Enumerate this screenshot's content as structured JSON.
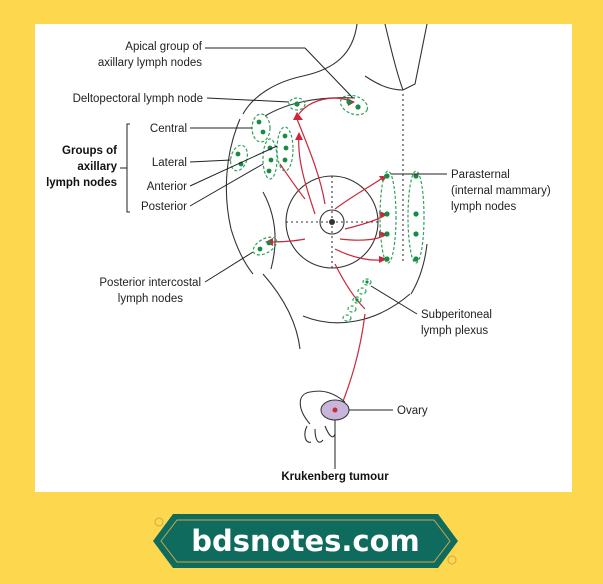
{
  "labels": {
    "apical_line1": "Apical group of",
    "apical_line2": "axillary lymph nodes",
    "deltopectoral": "Deltopectoral lymph node",
    "groups_line1": "Groups of",
    "groups_line2": "axillary",
    "groups_line3": "lymph nodes",
    "central": "Central",
    "lateral": "Lateral",
    "anterior": "Anterior",
    "posterior": "Posterior",
    "parasternal_line1": "Parasternal",
    "parasternal_line2": "(internal mammary)",
    "parasternal_line3": "lymph nodes",
    "post_intercostal_line1": "Posterior intercostal",
    "post_intercostal_line2": "lymph nodes",
    "subperitoneal_line1": "Subperitoneal",
    "subperitoneal_line2": "lymph plexus",
    "ovary": "Ovary",
    "krukenberg": "Krukenberg tumour"
  },
  "banner": {
    "text": "bdsnotes.com"
  },
  "colors": {
    "background": "#FDD84E",
    "panel": "#FFFFFF",
    "banner_fill": "#0E6B5E",
    "node_green": "#178A43",
    "vessel_red": "#C9283C",
    "ovary_fill": "#C7B6DA"
  }
}
